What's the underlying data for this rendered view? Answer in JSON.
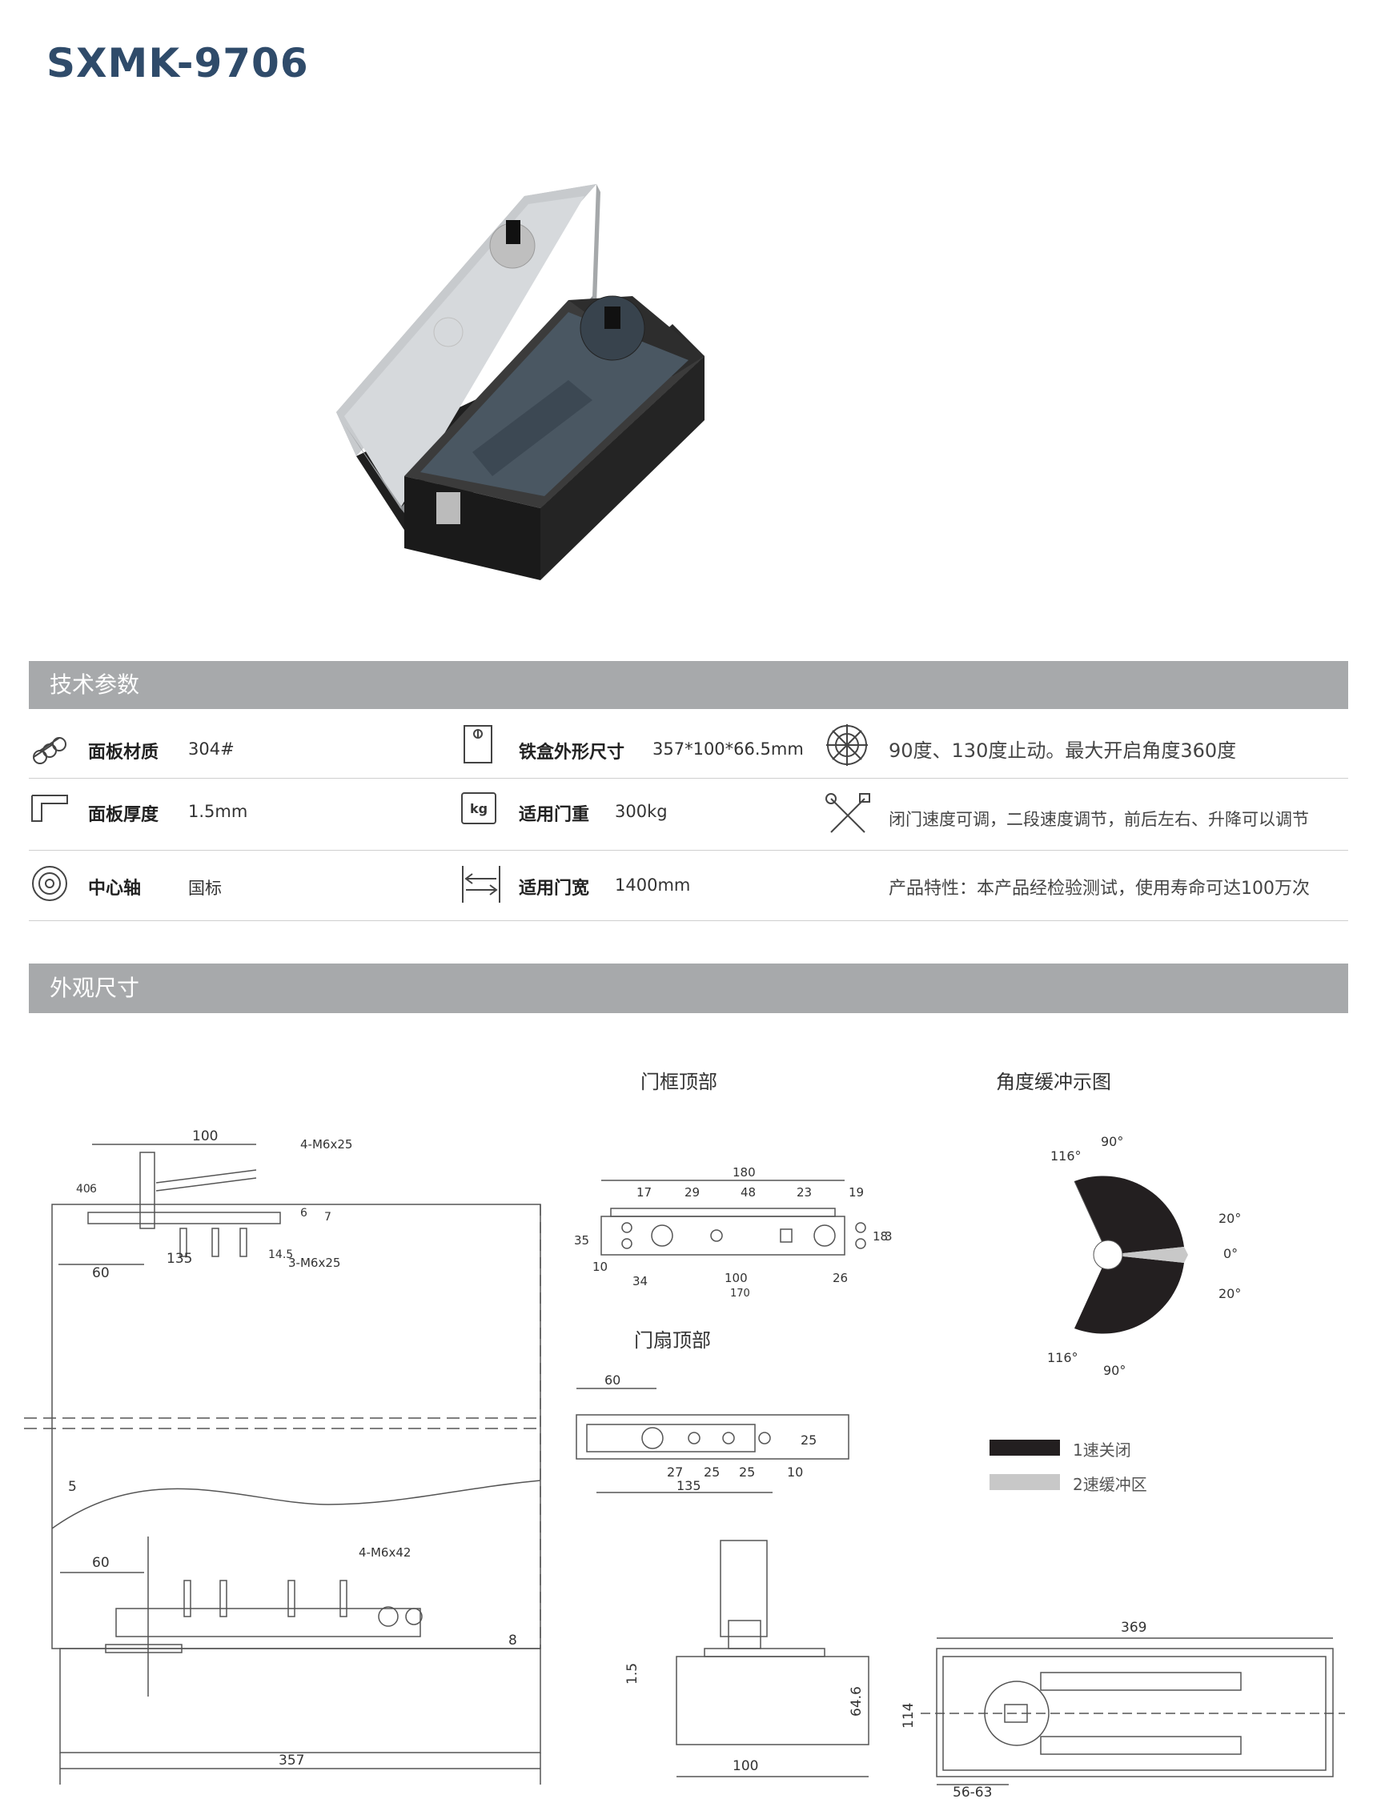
{
  "header": {
    "model": "SXMK-9706"
  },
  "sections": {
    "tech": "技术参数",
    "dims": "外观尺寸"
  },
  "specs": {
    "panel_material_label": "面板材质",
    "panel_material_value": "304#",
    "box_size_label": "铁盒外形尺寸",
    "box_size_value": "357*100*66.5mm",
    "angle_note": "90度、130度止动。最大开启角度360度",
    "panel_thickness_label": "面板厚度",
    "panel_thickness_value": "1.5mm",
    "door_weight_label": "适用门重",
    "door_weight_value": "300kg",
    "speed_note": "闭门速度可调，二段速度调节，前后左右、升降可以调节",
    "axis_label": "中心轴",
    "axis_value": "国标",
    "door_width_label": "适用门宽",
    "door_width_value": "1400mm",
    "feature_note": "产品特性：本产品经检验测试，使用寿命可达100万次"
  },
  "drawings": {
    "frame_top": "门框顶部",
    "leaf_top": "门扇顶部",
    "angle_diagram": "角度缓冲示图",
    "legend_fast": "1速关闭",
    "legend_buffer": "2速缓冲区",
    "kg_icon_text": "kg"
  },
  "dims_main": {
    "d100": "100",
    "d4m6": "4-M6x25",
    "d40": "40",
    "d6a": "6",
    "d6b": "6",
    "d7": "7",
    "d135": "135",
    "d14_5": "14.5",
    "d60": "60",
    "d3m6": "3-M6x25",
    "d5": "5",
    "d60b": "60",
    "d4m6x42": "4-M6x42",
    "d8": "8",
    "d357": "357"
  },
  "dims_frame": {
    "d180": "180",
    "d17": "17",
    "d29": "29",
    "d48": "48",
    "d23": "23",
    "d19": "19",
    "d35": "35",
    "d10": "10",
    "d18": "18",
    "d32": "32",
    "d34": "34",
    "d100": "100",
    "d26": "26",
    "d170": "170"
  },
  "dims_leaf": {
    "d60": "60",
    "d25v": "25",
    "d27": "27",
    "d25a": "25",
    "d25b": "25",
    "d10": "10",
    "d135": "135"
  },
  "dims_section": {
    "d1_5": "1.5",
    "d64_6": "64.6",
    "d100": "100"
  },
  "dims_plan": {
    "d369": "369",
    "d114": "114",
    "d56_63": "56-63"
  },
  "angles": {
    "a90t": "90°",
    "a116t": "116°",
    "a20t": "20°",
    "a0": "0°",
    "a20b": "20°",
    "a116b": "116°",
    "a90b": "90°"
  },
  "colors": {
    "title": "#2f4b6a",
    "bar": "#a7a9ab",
    "fast": "#231f20",
    "buffer": "#c8c8c8"
  }
}
